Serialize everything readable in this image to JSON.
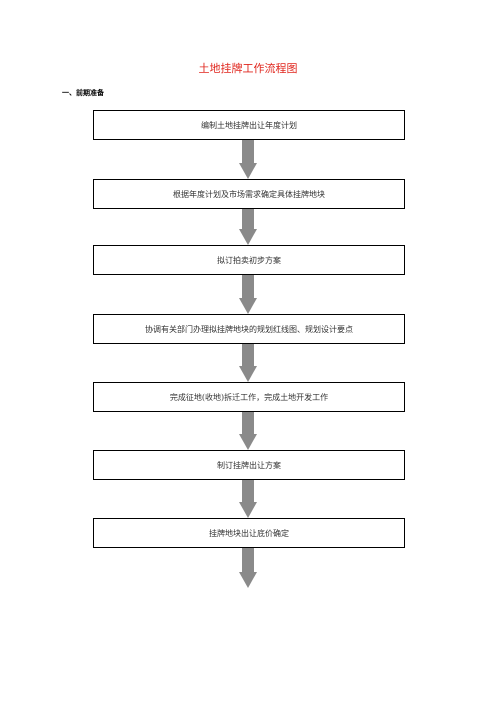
{
  "title": "土地挂牌工作流程图",
  "section": "一、前期准备",
  "steps": [
    "编制土地挂牌出让年度计划",
    "根据年度计划及市场需求确定具体挂牌地块",
    "拟订拍卖初步方案",
    "协调有关部门办理拟挂牌地块的规划红线图、规划设计要点",
    "完成征地(收地)拆迁工作，完成土地开发工作",
    "制订挂牌出让方案",
    "挂牌地块出让底价确定"
  ],
  "colors": {
    "title": "#e0261d",
    "arrow": "#8a8a8a",
    "border": "#000000"
  }
}
